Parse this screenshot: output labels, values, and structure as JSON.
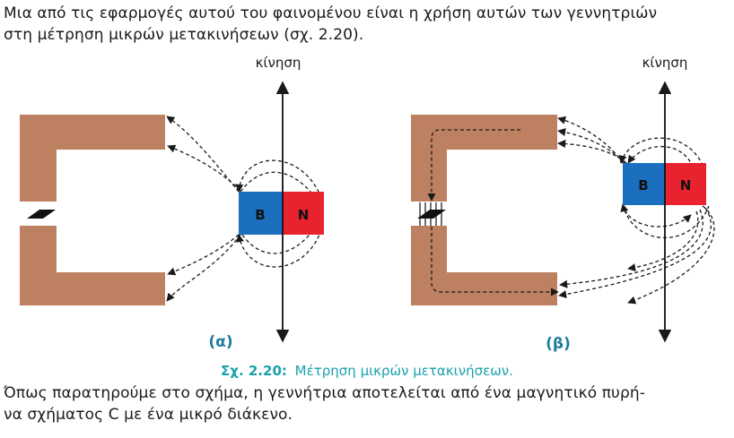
{
  "intro": {
    "line1": "Μια από τις εφαρμογές αυτού του φαινομένου είναι η χρήση αυτών των γεννητριών",
    "line2": "στη μέτρηση μικρών μετακινήσεων (σχ. 2.20)."
  },
  "figure": {
    "panel_a": {
      "motion_label": "κίνηση",
      "pole_left": "B",
      "pole_right": "N",
      "panel_label": "(α)"
    },
    "panel_b": {
      "motion_label": "κίνηση",
      "pole_left": "B",
      "pole_right": "N",
      "panel_label": "(β)"
    },
    "caption_number": "Σχ. 2.20:",
    "caption_text": "Μέτρηση μικρών μετακινήσεων.",
    "colors": {
      "core": "#bd8061",
      "magnet_b": "#1b6fbf",
      "magnet_n": "#e8232f",
      "caption": "#19a2ad",
      "panel_label": "#1f7d9c",
      "field_line": "#1a1a1a"
    }
  },
  "outro": {
    "line1": "Όπως παρατηρούμε στο σχήμα, η γεννήτρια αποτελείται από ένα μαγνητικό πυρή-",
    "line2": "να σχήματος C με ένα μικρό διάκενο."
  }
}
